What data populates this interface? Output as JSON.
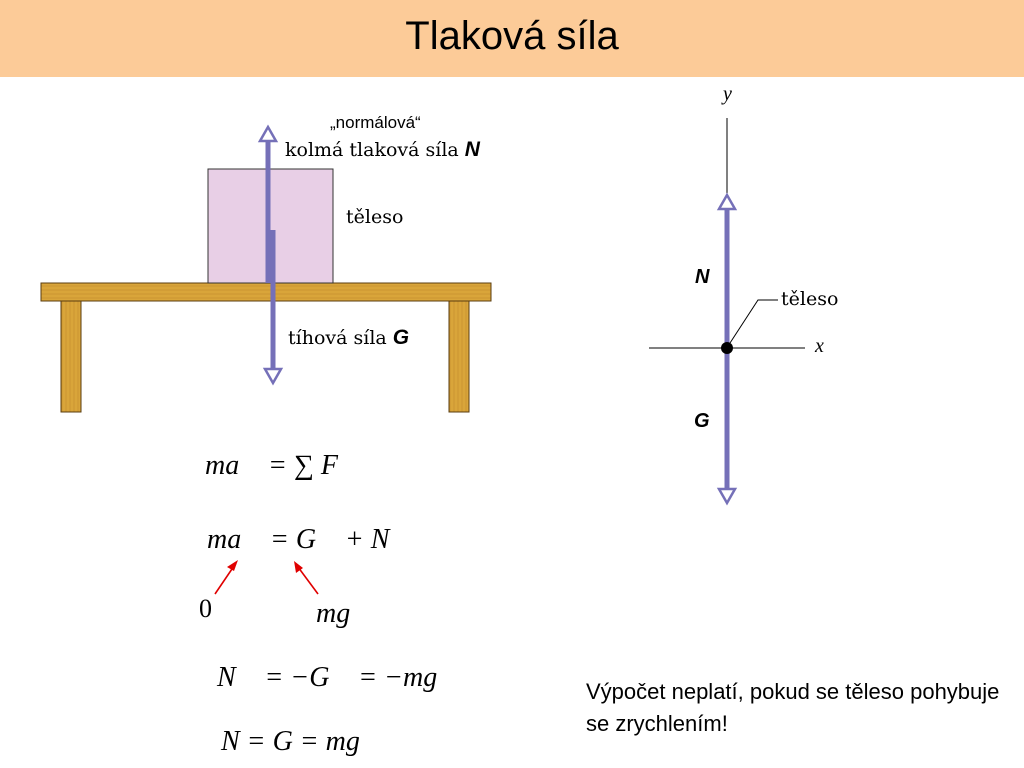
{
  "title": "Tlaková síla",
  "left_diagram": {
    "normal_quoted": "„normálová“",
    "normal_label": "kolmá tlaková síla",
    "normal_symbol": "N",
    "body_label": "těleso",
    "weight_label": "tíhová síla",
    "weight_symbol": "G"
  },
  "right_diagram": {
    "axis_y": "y",
    "axis_x": "x",
    "normal_symbol": "N",
    "weight_symbol": "G",
    "body_label": "těleso"
  },
  "equations": {
    "eq1": "ma⃗ = ∑ F⃗",
    "eq2": "ma⃗ = G⃗ + N⃗",
    "zero_label": "0",
    "mg_label": "mg⃗",
    "eq3": "N⃗ = −G⃗ = −mg⃗",
    "eq4": "N = G = mg"
  },
  "note_text": "Výpočet neplatí, pokud se těleso pohybuje se zrychlením!",
  "colors": {
    "title_bg": "#fccb98",
    "arrow": "#7570b8",
    "table_wood": "#d9a53a",
    "block_fill": "#e8cfe6",
    "red_arrow": "#e00000"
  }
}
